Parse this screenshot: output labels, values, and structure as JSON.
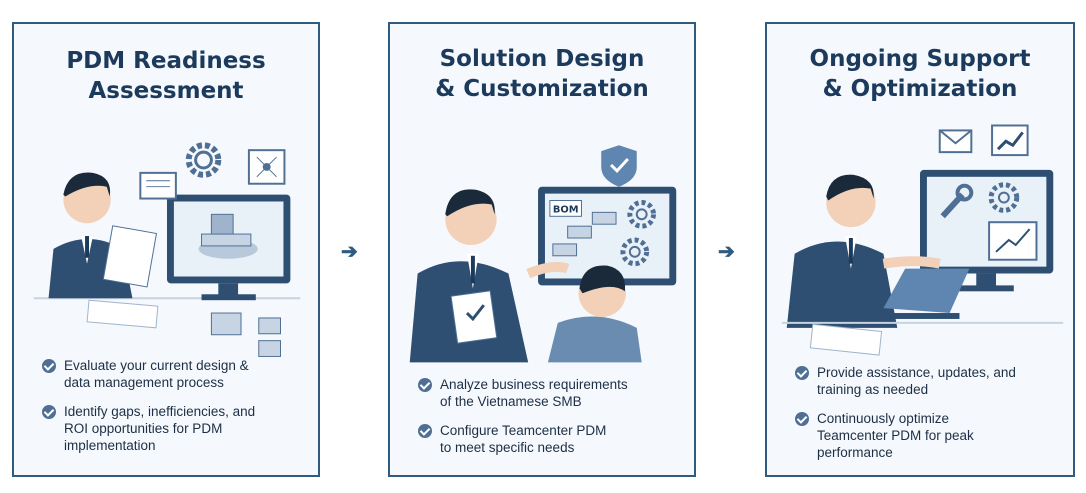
{
  "accent": "#2e5b7f",
  "steps": [
    {
      "title_lines": [
        "PDM Readiness",
        "Assessment"
      ],
      "items": [
        {
          "lines": [
            "Evaluate your current design &",
            "data management process"
          ]
        },
        {
          "lines": [
            "Identify gaps, inefficiencies, and",
            "ROI opportunities for PDM",
            "implementation"
          ]
        }
      ]
    },
    {
      "title_lines": [
        "Solution Design",
        "& Customization"
      ],
      "screen_label": "BOM",
      "items": [
        {
          "lines": [
            "Analyze business requirements",
            "of the Vietnamese SMB"
          ]
        },
        {
          "lines": [
            "Configure Teamcenter PDM",
            "to meet specific needs"
          ]
        }
      ]
    },
    {
      "title_lines": [
        "Ongoing Support",
        "& Optimization"
      ],
      "items": [
        {
          "lines": [
            "Provide assistance, updates, and",
            "training as needed"
          ]
        },
        {
          "lines": [
            "Continuously optimize",
            "Teamcenter PDM for peak",
            "performance"
          ]
        }
      ]
    }
  ],
  "icons": [
    "gear-icon",
    "network-icon",
    "document-icon",
    "folder-icon",
    "shield-check-icon",
    "check-icon",
    "envelope-icon",
    "trend-chart-icon",
    "wrench-icon",
    "arrow-right-icon"
  ]
}
